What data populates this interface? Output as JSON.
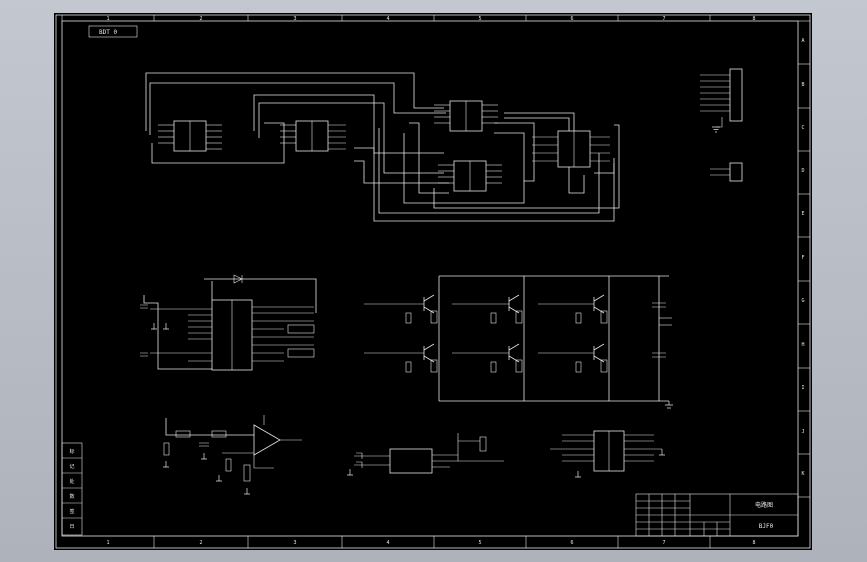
{
  "sheet": {
    "drawing_tag": "BDT 0",
    "title_block_name": "电路图",
    "title_block_code": "BJF0",
    "col_labels_top": [
      "1",
      "2",
      "3",
      "4",
      "5",
      "6",
      "7",
      "8"
    ],
    "col_labels_bottom": [
      "1",
      "2",
      "3",
      "4",
      "5",
      "6",
      "7",
      "8"
    ],
    "row_labels_right": [
      "A",
      "B",
      "C",
      "D",
      "E",
      "F",
      "G",
      "H",
      "I",
      "J",
      "K"
    ],
    "revision_box": [
      "标",
      "记",
      "处",
      "数",
      "签",
      "日"
    ]
  },
  "icons": [
    "ground-icon",
    "capacitor-icon",
    "resistor-icon",
    "transistor-icon",
    "opamp-icon"
  ],
  "colors": {
    "background": "#000000",
    "lines": "#e6e6e6",
    "frame_outer": "#c3c7cf"
  }
}
